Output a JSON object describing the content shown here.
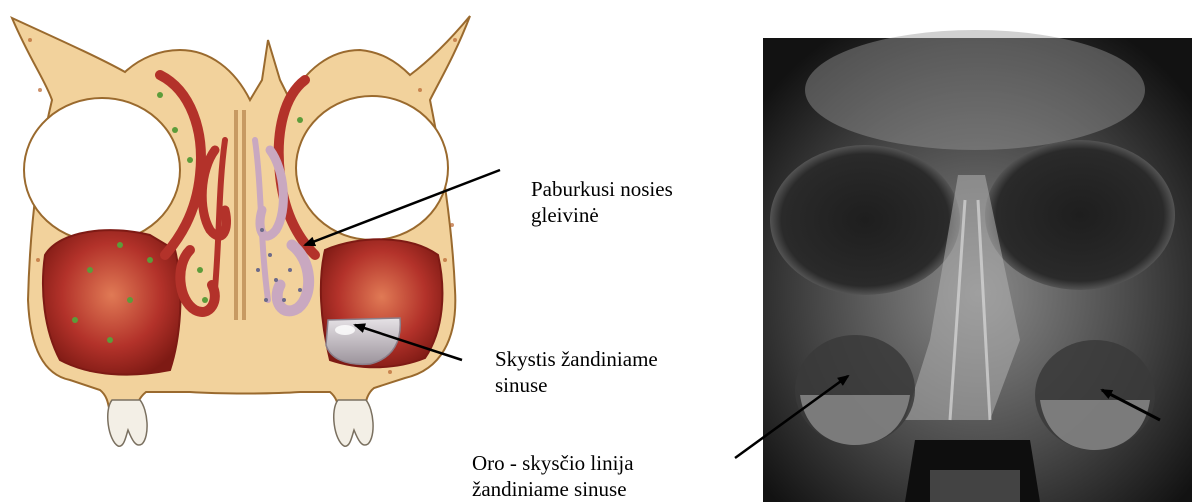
{
  "labels": {
    "swollen_mucosa": [
      "Paburkusi nosies",
      "gleivinė"
    ],
    "fluid_in_sinus": [
      "Skystis žandiniame",
      "sinuse"
    ],
    "air_fluid_level": [
      "Oro - skysčio linija",
      "žandiniame sinuse"
    ]
  },
  "colors": {
    "bone": "#f2d29c",
    "bone_outline": "#9a6a2e",
    "mucosa": "#b3322a",
    "mucosa_dark": "#8e1e18",
    "fluid": "#c9c6cc",
    "xray_dark": "#0a0a0a",
    "arrow": "#000000"
  },
  "icons": {
    "left_figure": "sinus-cross-section-illustration",
    "right_figure": "sinus-xray-image"
  }
}
